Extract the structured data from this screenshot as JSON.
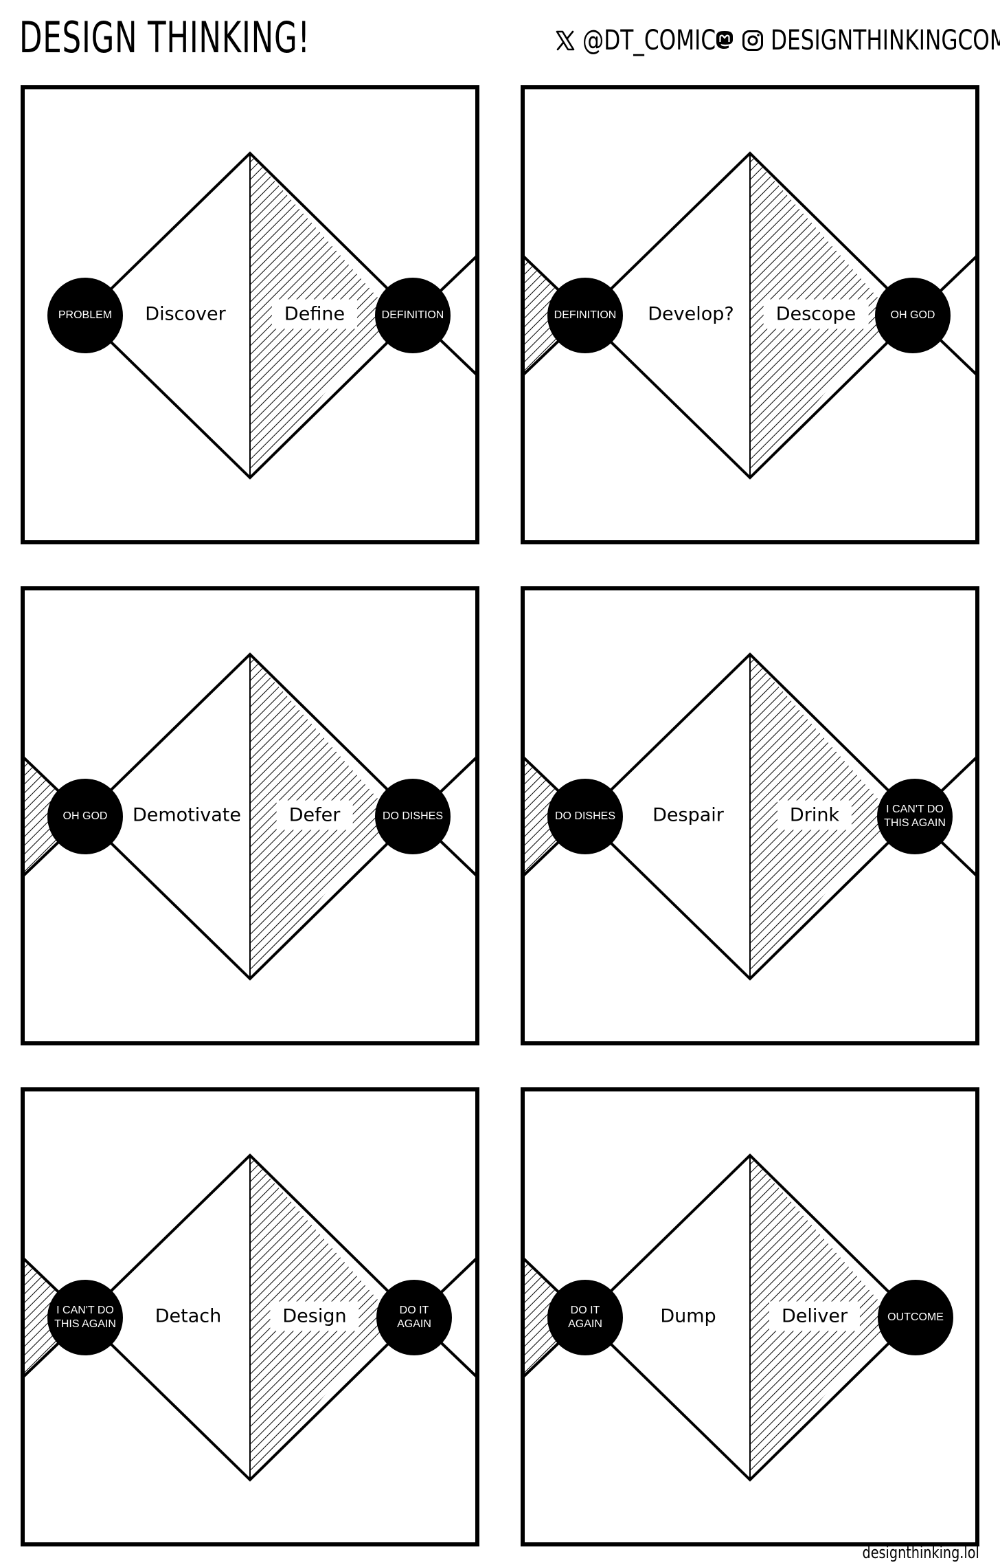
{
  "header": {
    "title": "DESIGN THINKING!",
    "x_handle": "@DT_COMIC",
    "mastodon_instagram_handle": "DESIGNTHINKINGCOMIC"
  },
  "footer": {
    "site": "designthinking.lol"
  },
  "panels": [
    {
      "left_node": "PROBLEM",
      "left_label": "Discover",
      "right_label": "Define",
      "right_node": "DEFINITION"
    },
    {
      "left_node": "DEFINITION",
      "left_label": "Develop?",
      "right_label": "Descope",
      "right_node": "OH GOD"
    },
    {
      "left_node": "OH GOD",
      "left_label": "Demotivate",
      "right_label": "Defer",
      "right_node": "DO DISHES"
    },
    {
      "left_node": "DO DISHES",
      "left_label": "Despair",
      "right_label": "Drink",
      "right_node": "I CAN'T DO\nTHIS AGAIN"
    },
    {
      "left_node": "I CAN'T DO\nTHIS AGAIN",
      "left_label": "Detach",
      "right_label": "Design",
      "right_node": "DO IT\nAGAIN"
    },
    {
      "left_node": "DO IT\nAGAIN",
      "left_label": "Dump",
      "right_label": "Deliver",
      "right_node": "OUTCOME"
    }
  ]
}
